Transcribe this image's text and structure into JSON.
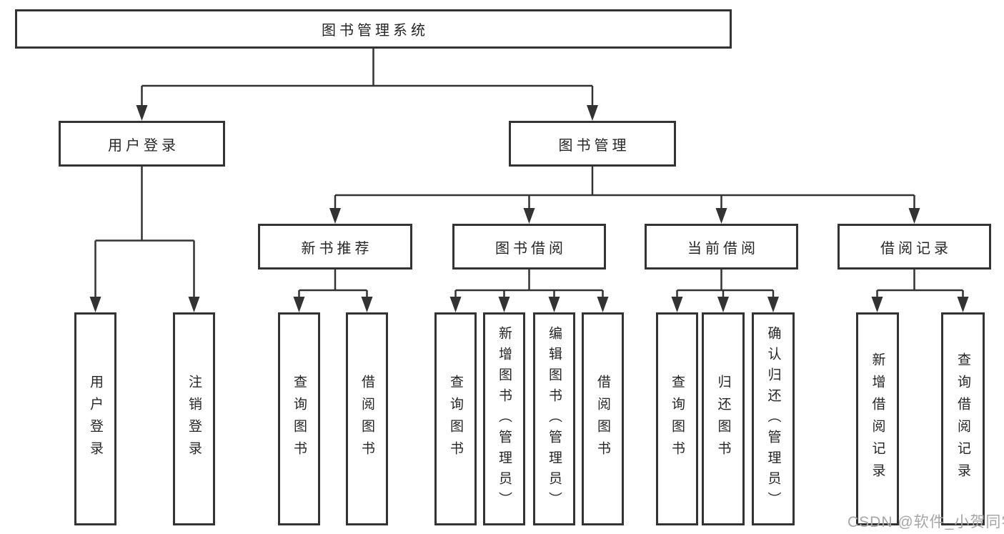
{
  "diagram": {
    "type": "tree",
    "root": {
      "label": "图书管理系统",
      "children": [
        {
          "label": "用户登录",
          "children": [
            {
              "label": "用户登录"
            },
            {
              "label": "注销登录"
            }
          ]
        },
        {
          "label": "图书管理",
          "children": [
            {
              "label": "新书推荐",
              "children": [
                {
                  "label": "查询图书"
                },
                {
                  "label": "借阅图书"
                }
              ]
            },
            {
              "label": "图书借阅",
              "children": [
                {
                  "label": "查询图书"
                },
                {
                  "label": "新增图书（管理员）"
                },
                {
                  "label": "编辑图书（管理员）"
                },
                {
                  "label": "借阅图书"
                }
              ]
            },
            {
              "label": "当前借阅",
              "children": [
                {
                  "label": "查询图书"
                },
                {
                  "label": "归还图书"
                },
                {
                  "label": "确认归还（管理员）"
                }
              ]
            },
            {
              "label": "借阅记录",
              "children": [
                {
                  "label": "新增借阅记录"
                },
                {
                  "label": "查询借阅记录"
                }
              ]
            }
          ]
        }
      ]
    },
    "colors": {
      "line": "#333333",
      "border": "#333333",
      "text": "#262626",
      "background": "#ffffff",
      "watermark": "#a6a6a6"
    }
  },
  "watermark": {
    "text": "CSDN @软件_小贺同学"
  }
}
